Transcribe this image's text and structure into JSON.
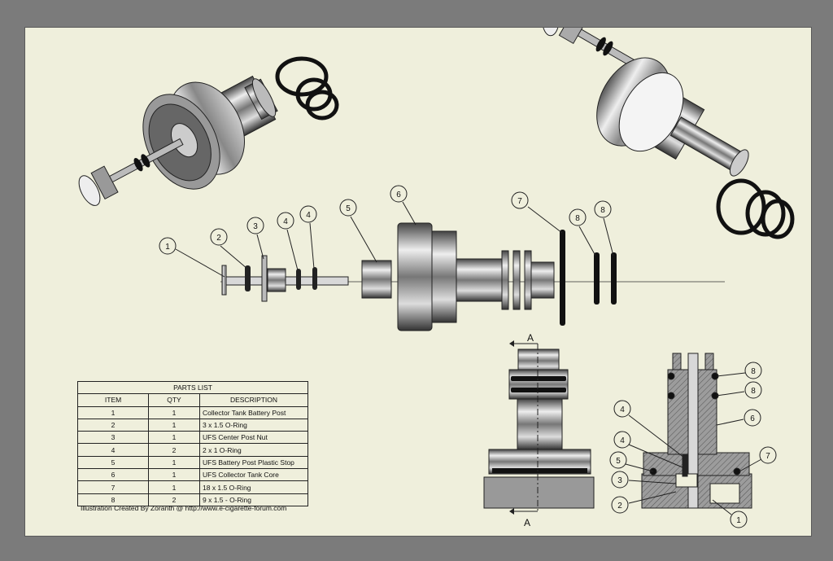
{
  "parts_list": {
    "title": "PARTS LIST",
    "columns": [
      "ITEM",
      "QTY",
      "DESCRIPTION"
    ],
    "rows": [
      [
        "1",
        "1",
        "Collector Tank Battery Post"
      ],
      [
        "2",
        "1",
        "3 x 1.5 O-Ring"
      ],
      [
        "3",
        "1",
        "UFS Center Post Nut"
      ],
      [
        "4",
        "2",
        "2 x 1 O-Ring"
      ],
      [
        "5",
        "1",
        "UFS Battery Post Plastic Stop"
      ],
      [
        "6",
        "1",
        "UFS Collector Tank Core"
      ],
      [
        "7",
        "1",
        "18 x 1.5  O-Ring"
      ],
      [
        "8",
        "2",
        "9 x 1.5 - O-Ring"
      ]
    ]
  },
  "credit": "Illustration Created By Zoranth @ http://www.e-cigarette-forum.com",
  "section_label": "A",
  "exploded_balloons": [
    "1",
    "2",
    "3",
    "4",
    "4",
    "5",
    "6",
    "7",
    "8",
    "8"
  ],
  "section_balloons": [
    "8",
    "8",
    "6",
    "4",
    "4",
    "5",
    "3",
    "2",
    "1",
    "7"
  ]
}
